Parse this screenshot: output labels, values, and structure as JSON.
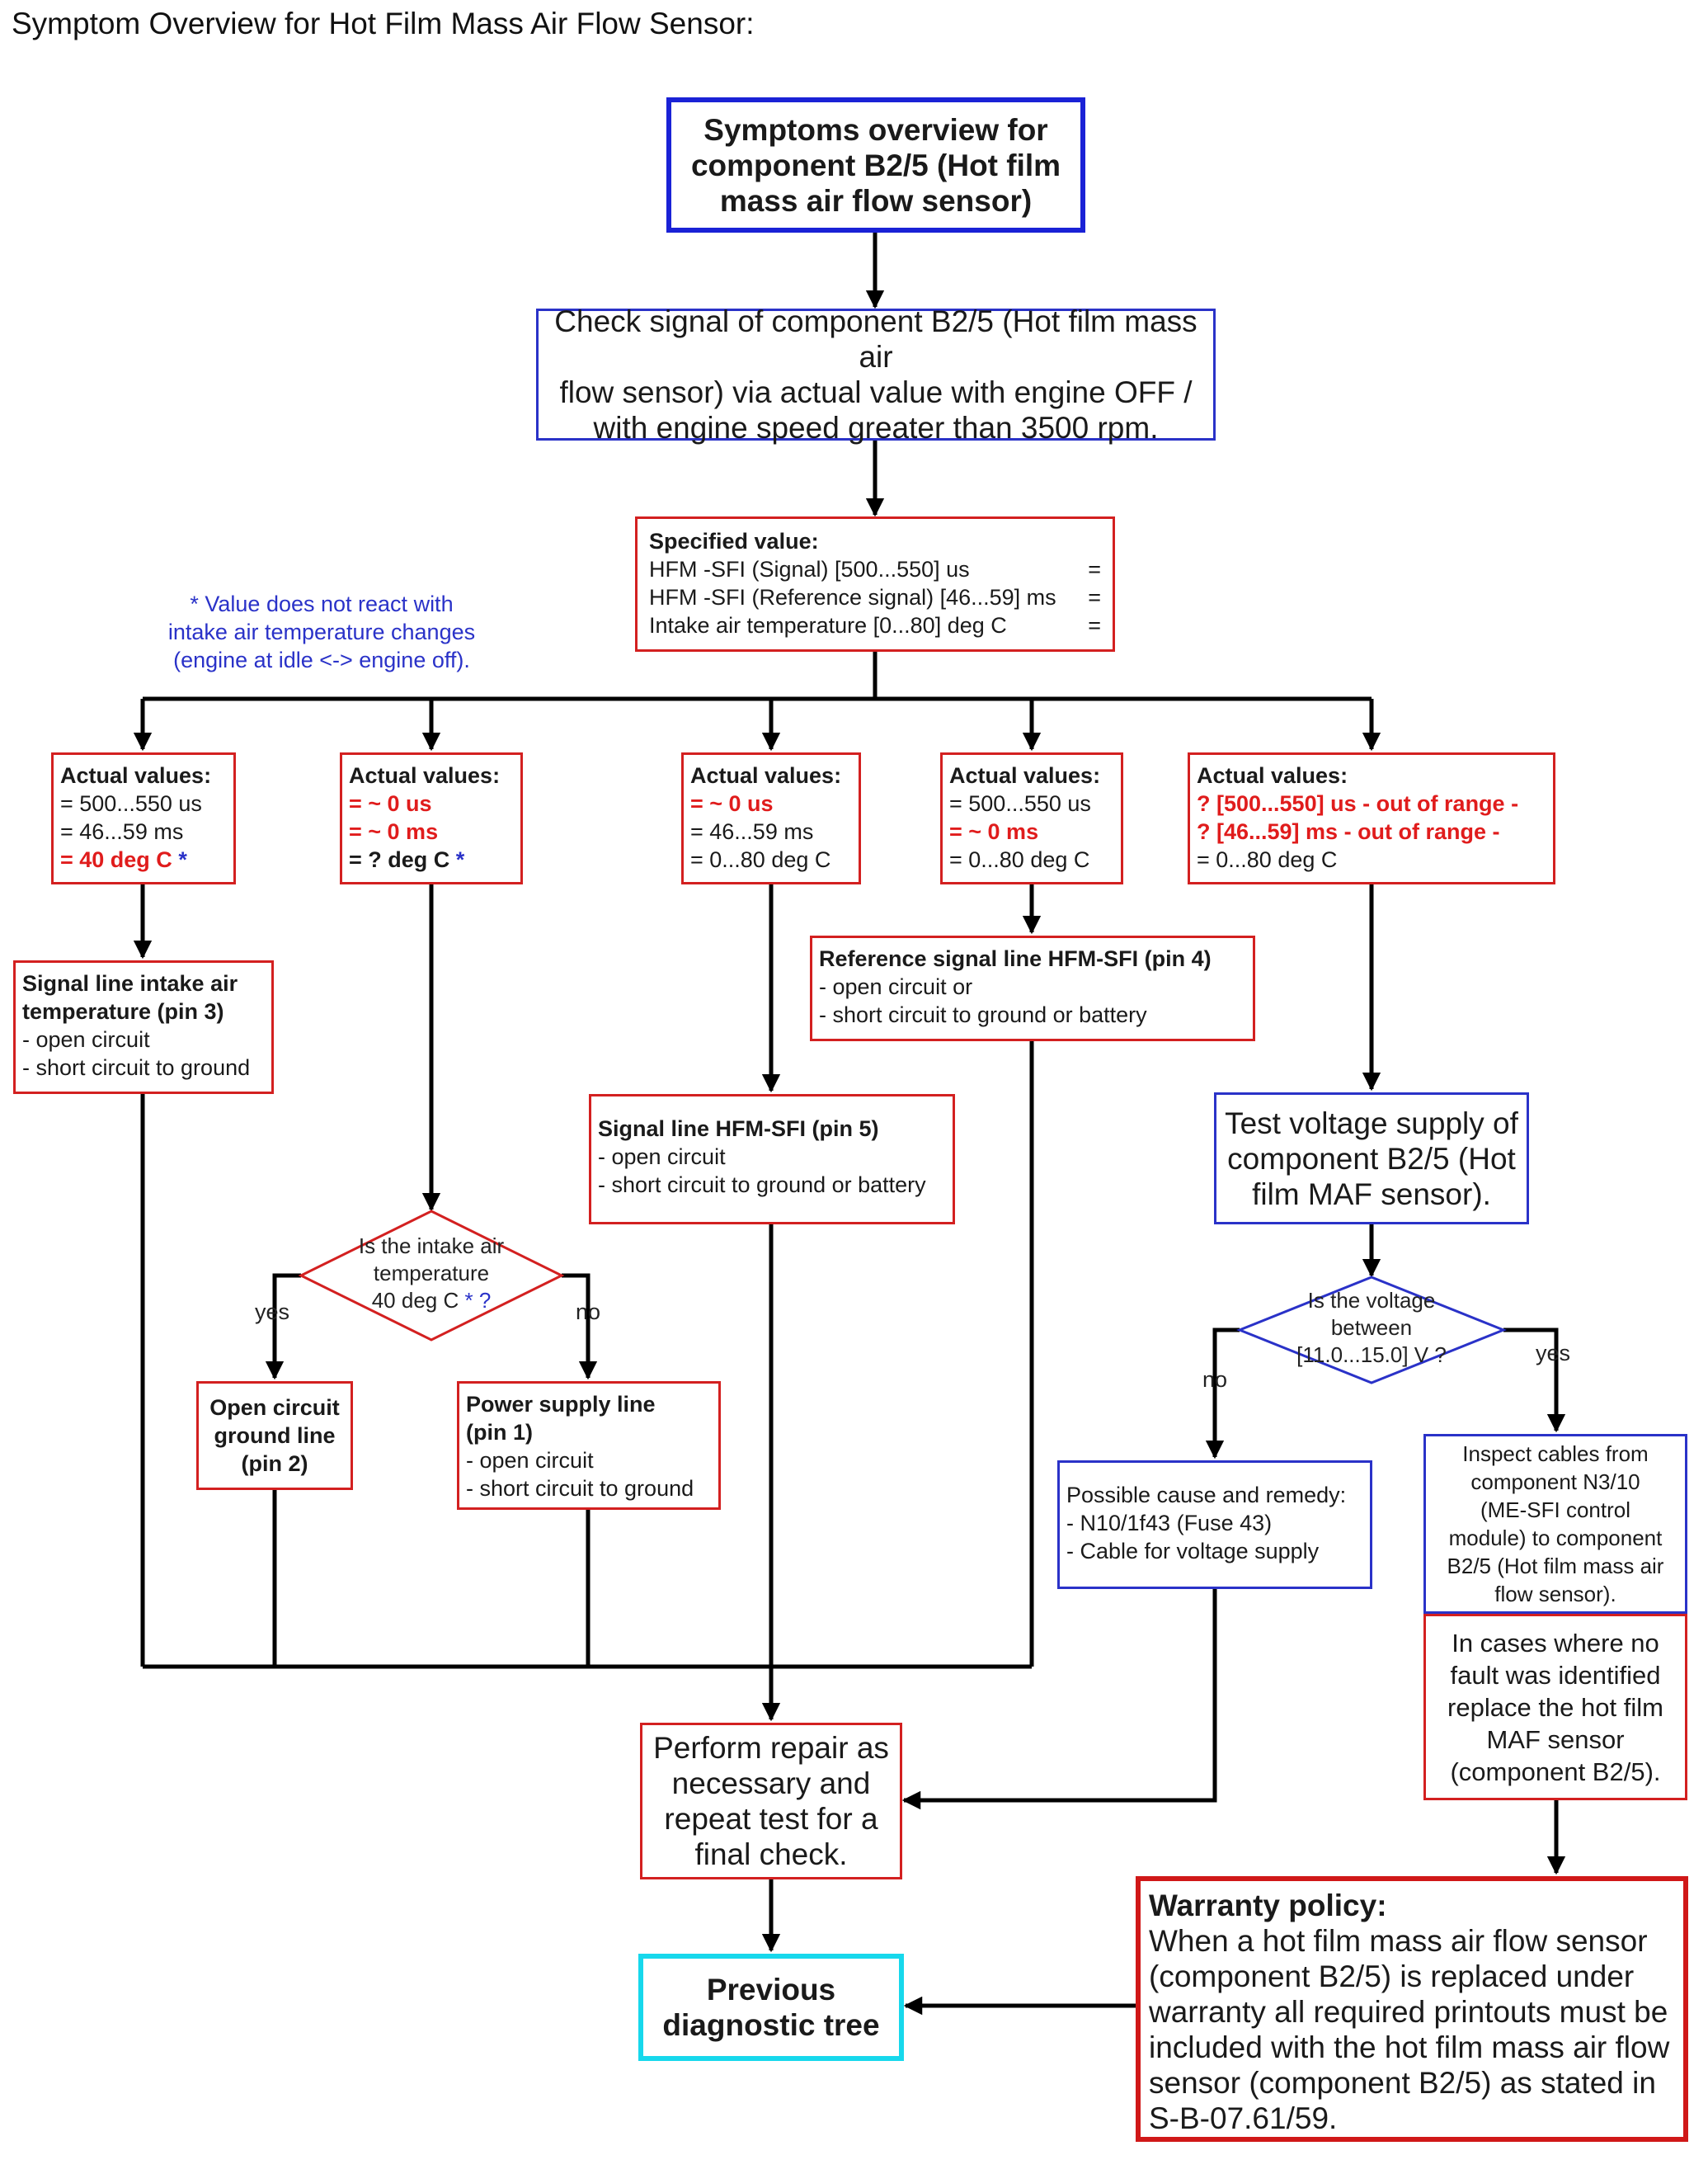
{
  "page_title": "Symptom Overview for Hot Film Mass Air Flow Sensor:",
  "top_box": [
    "Symptoms overview for",
    "component B2/5 (Hot film",
    "mass air flow sensor)"
  ],
  "check_box": [
    "Check signal of component B2/5 (Hot film mass air",
    "flow sensor) via actual value with engine OFF /",
    "with engine speed greater than 3500 rpm."
  ],
  "specified": {
    "heading": "Specified value:",
    "rows": [
      {
        "label": "HFM -SFI (Signal) [500...550] us",
        "sign": "="
      },
      {
        "label": "HFM -SFI (Reference signal) [46...59] ms",
        "sign": "="
      },
      {
        "label": "Intake air temperature [0...80] deg C",
        "sign": "="
      }
    ]
  },
  "note": [
    "* Value does not react with",
    "intake air temperature changes",
    "(engine at idle <-> engine off)."
  ],
  "actual_heading": "Actual values:",
  "actual": {
    "a1": [
      "= 500...550 us",
      "= 46...59 ms",
      "= 40 deg C",
      " *"
    ],
    "a2": [
      "= ~ 0 us",
      "= ~ 0 ms",
      "= ? deg C",
      " *"
    ],
    "a3": [
      "= ~ 0 us",
      "= 46...59 ms",
      "= 0...80 deg C"
    ],
    "a4": [
      "= 500...550 us",
      "= ~ 0 ms",
      "= 0...80 deg C"
    ],
    "a5": [
      "? [500...550] us - out of range -",
      "? [46...59] ms - out of range -",
      "= 0...80 deg C"
    ]
  },
  "signal_intake": {
    "title": [
      "Signal line intake air",
      "temperature  (pin 3)"
    ],
    "items": [
      "- open circuit",
      "- short circuit to ground"
    ]
  },
  "ref_signal": {
    "title": "Reference signal line HFM-SFI  (pin 4)",
    "items": [
      "- open circuit or",
      "- short circuit to ground or battery"
    ]
  },
  "signal_hfm": {
    "title": "Signal line HFM-SFI  (pin 5)",
    "items": [
      "- open circuit",
      "- short circuit to ground or battery"
    ]
  },
  "test_voltage": [
    "Test voltage supply of",
    "component B2/5 (Hot",
    "film MAF sensor)."
  ],
  "diamond_temp": [
    "Is the intake air",
    "temperature",
    "40 deg C",
    " * ?"
  ],
  "diamond_volt": [
    "Is the voltage",
    "between",
    "[11.0...15.0] V ?"
  ],
  "labels": {
    "yes": "yes",
    "no": "no"
  },
  "open_ground": [
    "Open circuit",
    "ground line",
    "(pin 2)"
  ],
  "power_supply": {
    "title": [
      "Power supply line",
      "(pin 1)"
    ],
    "items": [
      "- open circuit",
      "- short circuit to ground"
    ]
  },
  "possible_cause": [
    "Possible cause and remedy:",
    "- N10/1f43 (Fuse 43)",
    "- Cable for voltage supply"
  ],
  "inspect": [
    "Inspect cables from",
    "component N3/10",
    "(ME-SFI control",
    "module) to component",
    "B2/5 (Hot film mass air",
    "flow sensor)."
  ],
  "no_fault": [
    "In cases where no",
    "fault was identified",
    "replace the hot film",
    "MAF sensor",
    "(component B2/5)."
  ],
  "repair": [
    "Perform repair as",
    "necessary and",
    "repeat test for a",
    "final check."
  ],
  "previous": [
    "Previous",
    "diagnostic tree"
  ],
  "warranty": {
    "title": "Warranty policy:",
    "lines": [
      "When a hot film mass air flow sensor",
      "(component B2/5) is replaced under",
      "warranty all required printouts must be",
      "included with the hot film mass air flow",
      "sensor (component B2/5) as stated in",
      "S-B-07.61/59."
    ]
  },
  "colors": {
    "red": "#d32020",
    "blue": "#2a32c8",
    "cyan": "#17d8ec",
    "line": "#000000"
  }
}
